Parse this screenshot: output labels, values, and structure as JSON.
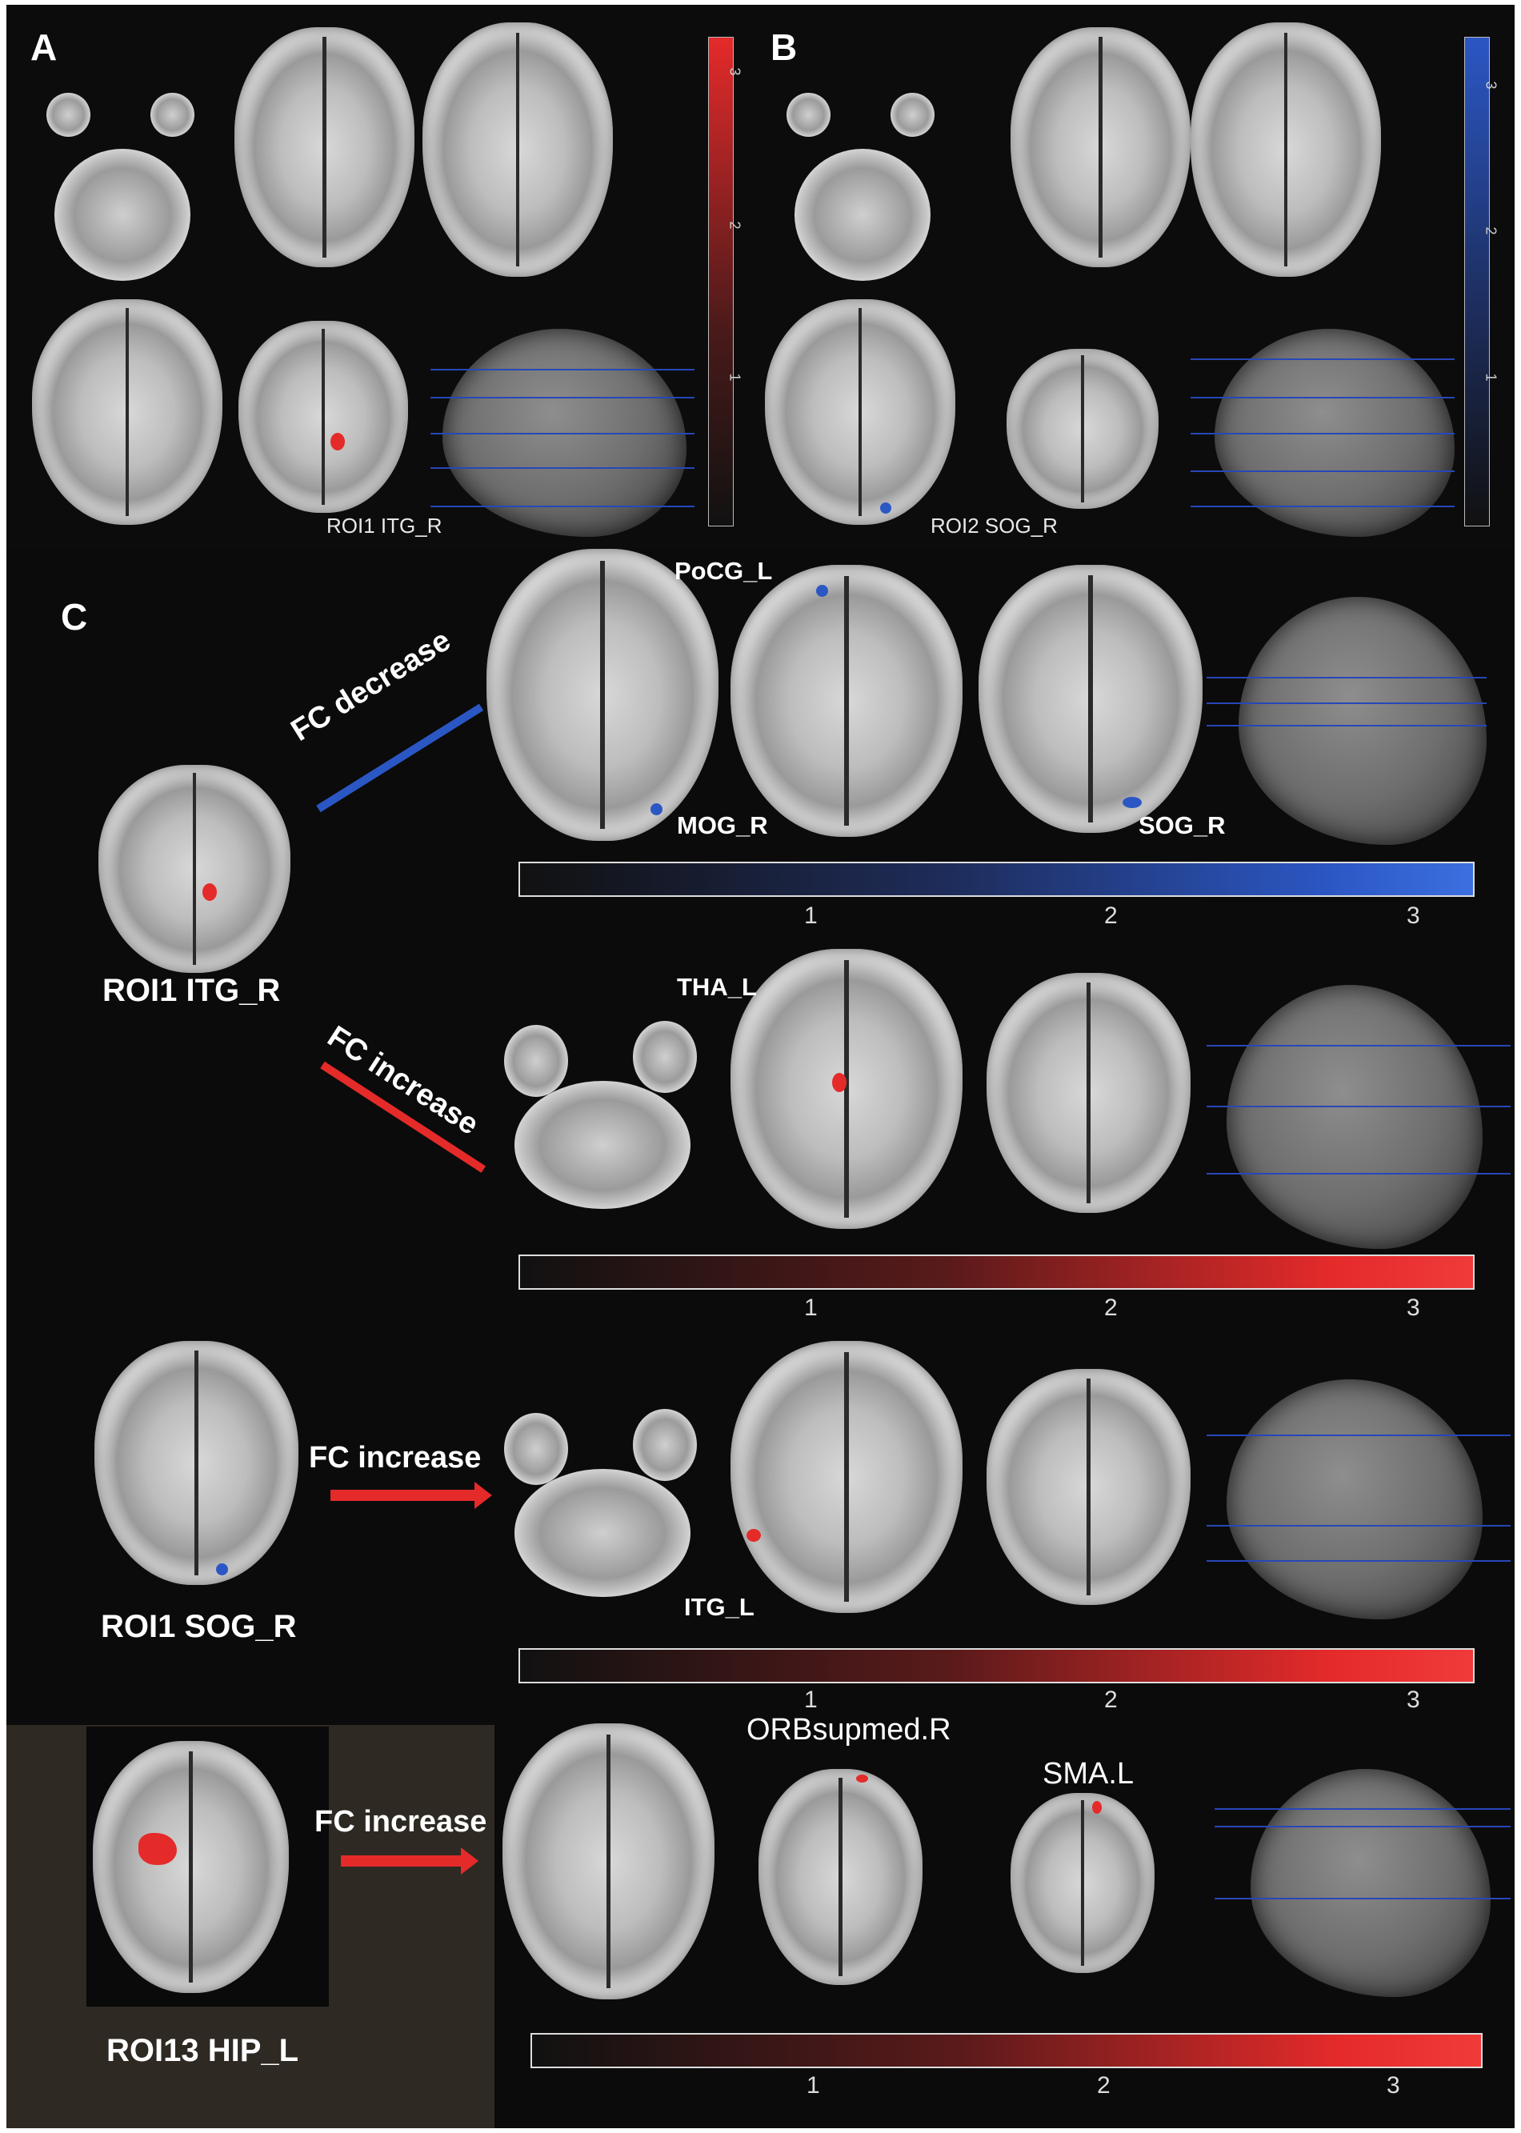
{
  "panels": {
    "a": {
      "letter": "A",
      "roi_label": "ROI1 ITG_R",
      "colorbar_ticks": [
        "1",
        "2",
        "3"
      ]
    },
    "b": {
      "letter": "B",
      "roi_label": "ROI2 SOG_R",
      "colorbar_ticks": [
        "1",
        "2",
        "3"
      ]
    },
    "c": {
      "letter": "C"
    }
  },
  "rows": [
    {
      "roi": "ROI1 ITG_R",
      "arrow": "FC decrease",
      "regions": [
        "PoCG_L",
        "MOG_R",
        "SOG_R"
      ],
      "colorbar_ticks": [
        "1",
        "2",
        "3"
      ],
      "color": "#2b57c4"
    },
    {
      "arrow": "FC increase",
      "regions": [
        "THA_L"
      ],
      "colorbar_ticks": [
        "1",
        "2",
        "3"
      ],
      "color": "#e52a2a"
    },
    {
      "roi": "ROI1 SOG_R",
      "arrow": "FC increase",
      "regions": [
        "ITG_L"
      ],
      "colorbar_ticks": [
        "1",
        "2",
        "3"
      ],
      "color": "#e52a2a"
    },
    {
      "roi": "ROI13 HIP_L",
      "arrow": "FC increase",
      "regions": [
        "ORBsupmed.R",
        "SMA.L"
      ],
      "colorbar_ticks": [
        "1",
        "2",
        "3"
      ],
      "color": "#e52a2a"
    }
  ],
  "colors": {
    "background": "#232323",
    "blue_scale": "#2b57c4",
    "red_scale": "#e52a2a"
  }
}
